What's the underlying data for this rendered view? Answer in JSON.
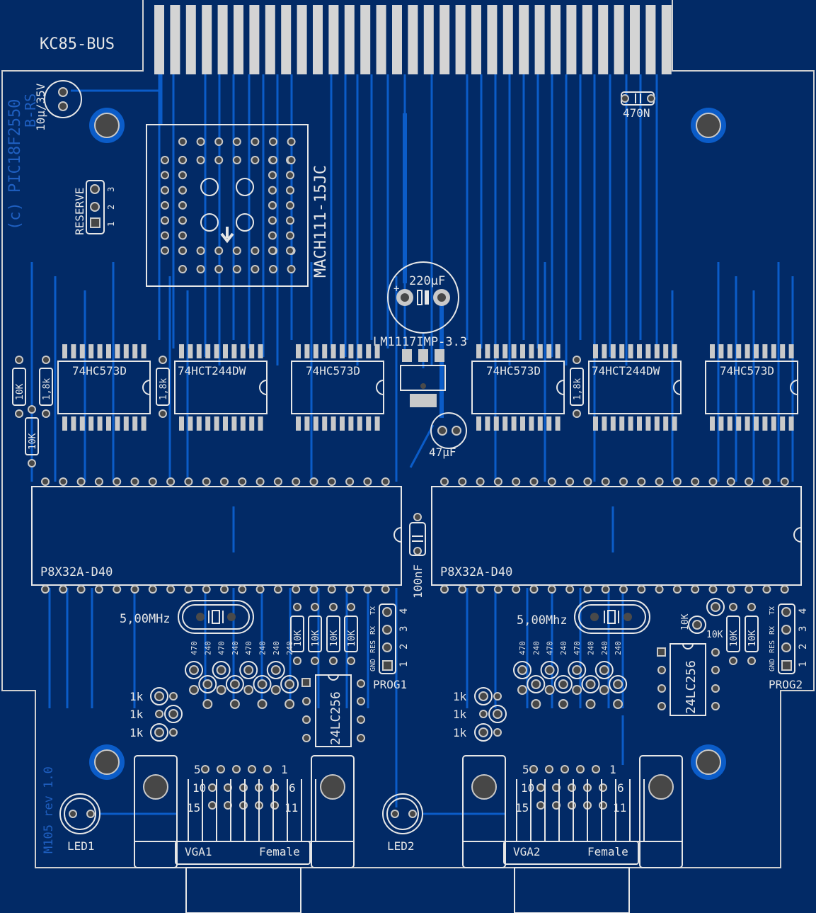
{
  "board": {
    "bus_label": "KC85-BUS",
    "copyright": "(c) PIC18F2550",
    "author": "B-RS",
    "revision": "M105 rev 1.0",
    "colors": {
      "board": "#022a66",
      "trace": "#0b5cc8",
      "silkscreen": "#e6e6e6",
      "pad": "#474747",
      "finger": "#d4d4d4"
    }
  },
  "components": {
    "cap_10u": "10µ/35V",
    "cap_470n": "470N",
    "reserve": {
      "label": "RESERVE",
      "pins": [
        "1",
        "2",
        "3"
      ]
    },
    "cpld": "MACH111-15JC",
    "cap_220u": "220µF",
    "regulator": "LM1117IMP-3.3",
    "cap_47u": "47µF",
    "cap_100n": "100nF",
    "chips": [
      "74HC573D",
      "74HCT244DW",
      "74HC573D",
      "74HC573D",
      "74HCT244DW",
      "74HC573D"
    ],
    "left_resistors": [
      "10K",
      "1,8k",
      "10K",
      "1,8k",
      "1,8k"
    ],
    "propeller1": "P8X32A-D40",
    "propeller2": "P8X32A-D40",
    "crystal1": "5,00MHz",
    "crystal2": "5,00Mhz",
    "dac_resistors1": [
      "470",
      "240",
      "470",
      "240",
      "470",
      "240",
      "240",
      "240"
    ],
    "dac_resistors2": [
      "470",
      "240",
      "470",
      "240",
      "470",
      "240",
      "240",
      "240"
    ],
    "pullups1": [
      "10K",
      "10K",
      "10K",
      "10K"
    ],
    "pullups2": [
      "10K",
      "10K",
      "10K",
      "10K"
    ],
    "prog1": {
      "label": "PROG1",
      "signals": [
        "GND",
        "RES",
        "RX",
        "TX"
      ],
      "pins": [
        "1",
        "2",
        "3",
        "4"
      ]
    },
    "prog2": {
      "label": "PROG2",
      "signals": [
        "GND",
        "RES",
        "RX",
        "TX"
      ],
      "pins": [
        "1",
        "2",
        "3",
        "4"
      ]
    },
    "eeprom1": "24LC256",
    "eeprom2": "24LC256",
    "led_resistors1": [
      "1k",
      "1k",
      "1k"
    ],
    "led_resistors2": [
      "1k",
      "1k",
      "1k"
    ],
    "vga1": {
      "label": "VGA1",
      "gender": "Female",
      "pins": [
        "5",
        "1",
        "10",
        "6",
        "15",
        "11"
      ]
    },
    "vga2": {
      "label": "VGA2",
      "gender": "Female",
      "pins": [
        "5",
        "1",
        "10",
        "6",
        "15",
        "11"
      ]
    },
    "led1": "LED1",
    "led2": "LED2"
  }
}
